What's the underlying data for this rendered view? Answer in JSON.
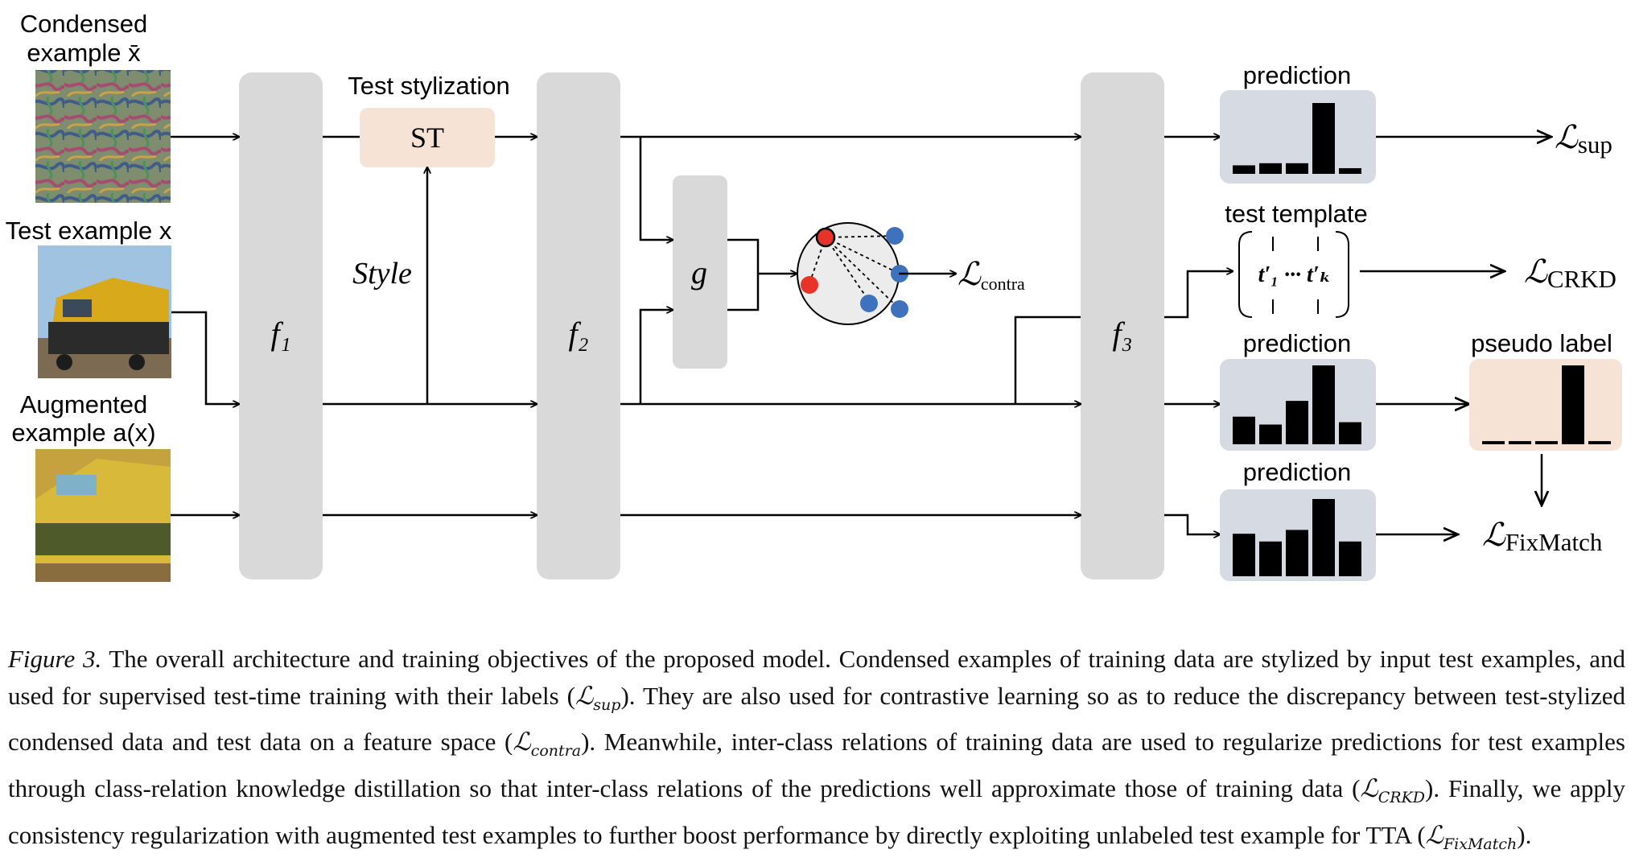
{
  "inputs": {
    "condensed_title_line1": "Condensed",
    "condensed_title_line2": "example x̄",
    "test_title": "Test example x",
    "augmented_title_line1": "Augmented",
    "augmented_title_line2": "example a(x)"
  },
  "blocks": {
    "f1": "f₁",
    "f2": "f₂",
    "f3": "f₃",
    "g": "g"
  },
  "stylization": {
    "title": "Test stylization",
    "box_label": "ST",
    "style_label": "Style"
  },
  "outputs": {
    "prediction_label": "prediction",
    "template_label": "test template",
    "template_content": "t′₁ ··· t′ₖ",
    "pseudo_label": "pseudo label"
  },
  "losses": {
    "symbol": "ℒ",
    "sup": "sup",
    "contra": "contra",
    "crkd": "CRKD",
    "fixmatch": "FixMatch"
  },
  "histograms": {
    "pred1": [
      0.12,
      0.15,
      0.15,
      1.0,
      0.08
    ],
    "pred2": [
      0.35,
      0.25,
      0.55,
      1.0,
      0.28
    ],
    "pred3": [
      0.55,
      0.45,
      0.6,
      1.0,
      0.45
    ],
    "pseudo": [
      0.04,
      0.04,
      0.04,
      1.0,
      0.04
    ]
  },
  "colors": {
    "block_gray": "#d9d9d9",
    "st_fill": "#f7e3d6",
    "pred_fill": "#d5dae3",
    "pseudo_fill": "#f7e3d6",
    "node_red": "#e8332a",
    "node_blue": "#3f72bd"
  },
  "caption": {
    "label": "Figure 3.",
    "p1": " The overall architecture and training objectives of the proposed model. Condensed examples of training data are stylized by input test examples, and used for supervised test-time training with their labels (",
    "p2": "). They are also used for contrastive learning so as to reduce the discrepancy between test-stylized condensed data and test data on a feature space (",
    "p3": "). Meanwhile, inter-class relations of training data are used to regularize predictions for test examples through class-relation knowledge distillation so that inter-class relations of the predictions well approximate those of training data (",
    "p4": "). Finally, we apply consistency regularization with augmented test examples to further boost performance by directly exploiting unlabeled test example for TTA (",
    "p5": ")."
  }
}
